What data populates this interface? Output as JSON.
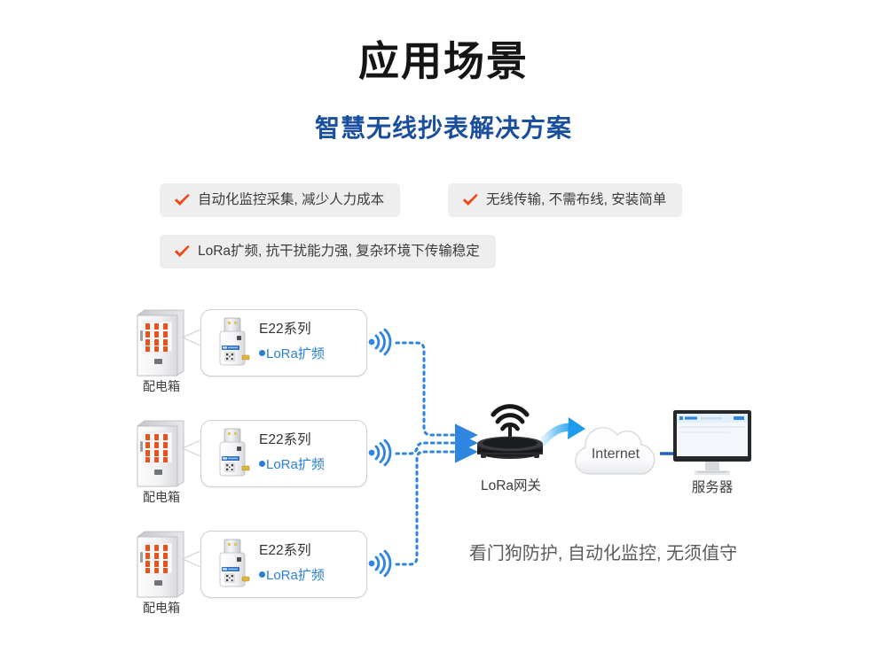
{
  "page": {
    "title": "应用场景",
    "subtitle": "智慧无线抄表解决方案",
    "tagline": "看门狗防护, 自动化监控, 无须值守"
  },
  "features": [
    {
      "icon": "check-icon",
      "text": "自动化监控采集, 减少人力成本"
    },
    {
      "icon": "check-icon",
      "text": "无线传输, 不需布线, 安装简单"
    },
    {
      "icon": "check-icon",
      "text": "LoRa扩频, 抗干扰能力强, 复杂环境下传输稳定"
    }
  ],
  "nodes": [
    {
      "cabinet_label": "配电箱",
      "device_title": "E22系列",
      "device_feature": "LoRa扩频",
      "signal_icon": "wireless-signal-icon",
      "cabinet_icon": "distribution-box-icon",
      "device_icon": "usb-lora-module-icon"
    },
    {
      "cabinet_label": "配电箱",
      "device_title": "E22系列",
      "device_feature": "LoRa扩频",
      "signal_icon": "wireless-signal-icon",
      "cabinet_icon": "distribution-box-icon",
      "device_icon": "usb-lora-module-icon"
    },
    {
      "cabinet_label": "配电箱",
      "device_title": "E22系列",
      "device_feature": "LoRa扩频",
      "signal_icon": "wireless-signal-icon",
      "cabinet_icon": "distribution-box-icon",
      "device_icon": "usb-lora-module-icon"
    }
  ],
  "infrastructure": {
    "gateway_label": "LoRa网关",
    "gateway_icon": "lora-gateway-router-icon",
    "cloud_label": "Internet",
    "cloud_icon": "cloud-icon",
    "server_label": "服务器",
    "server_icon": "server-monitor-icon"
  },
  "colors": {
    "title": "#151515",
    "subtitle": "#194f9e",
    "check": "#f3471b",
    "badge_bg": "#eeeeee",
    "link_blue": "#2a7fd4",
    "accent_blue": "#2f86e0",
    "tagline": "#5b5b5b"
  }
}
